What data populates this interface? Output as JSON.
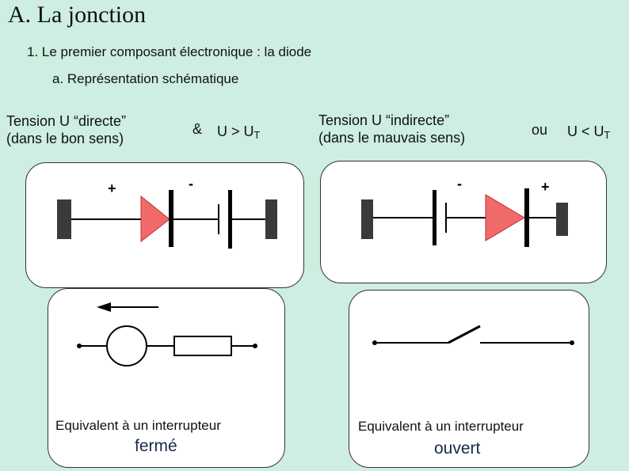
{
  "title": "A. La jonction",
  "heading1": "1. Le premier composant électronique : la diode",
  "heading2": "a. Représentation schématique",
  "left": {
    "label_line1": "Tension U “directe”",
    "label_line2": "(dans le bon sens)",
    "amp": "&",
    "cond_main": "U > U",
    "cond_sub": "T",
    "plus": "+",
    "minus": "-",
    "equiv": "Equivalent à un interrupteur",
    "state": "fermé"
  },
  "right": {
    "label_line1": "Tension U “indirecte”",
    "label_line2": "(dans le mauvais sens)",
    "ou": "ou",
    "cond_main": "U < U",
    "cond_sub": "T",
    "plus": "+",
    "minus": "-",
    "equiv": "Equivalent à un interrupteur",
    "state": "ouvert"
  },
  "colors": {
    "background": "#cdeee0",
    "diode": "#f06a6a",
    "electrode": "#3a3a3a",
    "state_text": "#1a2a4a"
  }
}
